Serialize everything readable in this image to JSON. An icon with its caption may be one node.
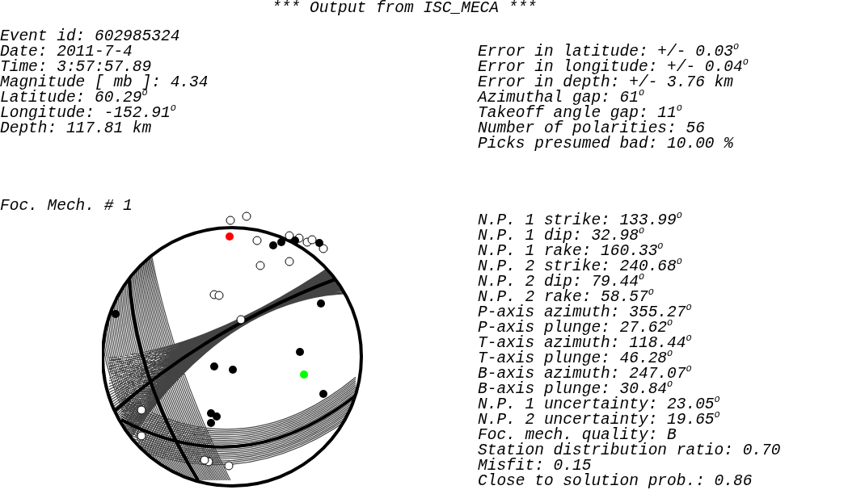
{
  "diagram": {
    "title": "*** Output from ISC_MECA ***",
    "labels": [
      "Event id: 602985324",
      "Date: 2011-7-4",
      "Time: 3:57:57.89",
      "Magnitude [ mb ]: 4.34",
      "Latitude: 60.29$^{o}$",
      "Longitude: -152.91$^{o}$",
      "Depth: 117.81 km",
      "Error in latitude: +/- 0.03$^{o}$",
      "Error in longitude: +/- 0.04$^{o}$",
      "Error in depth: +/- 3.76 km",
      "Azimuthal gap: 61$^{o}$",
      "Takeoff angle gap: 11$^{o}$",
      "Number of polarities: 56",
      "Picks presumed bad: 10.00 %",
      "Foc. Mech. # 1",
      "N.P. 1 strike: 133.99$^{o}$",
      "N.P. 1 dip: 32.98$^{o}$",
      "N.P. 1 rake: 160.33$^{o}$",
      "N.P. 2 strike: 240.68$^{o}$",
      "N.P. 2 dip: 79.44$^{o}$",
      "N.P. 2 rake: 58.57$^{o}$",
      "P-axis azimuth: 355.27$^{o}$",
      "P-axis plunge: 27.62$^{o}$",
      "T-axis azimuth: 118.44$^{o}$",
      "T-axis plunge: 46.28$^{o}$",
      "B-axis azimuth: 247.07$^{o}$",
      "B-axis plunge: 30.84$^{o}$",
      "N.P. 1 uncertainty: 23.05$^{o}$",
      "N.P. 2 uncertainty: 19.65$^{o}$",
      "Foc. mech. quality: B",
      "Station distribution ratio: 0.70",
      "Misfit: 0.15",
      "Close to solution prob.: 0.86"
    ]
  }
}
